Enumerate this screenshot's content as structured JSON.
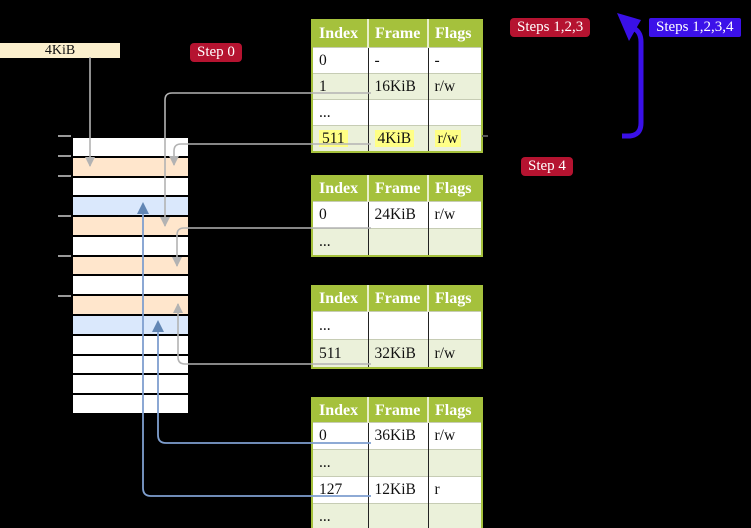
{
  "colors": {
    "background": "#000000",
    "table_header_green": "#a5c13c",
    "table_row_green": "#ebf1da",
    "table_border_green": "#a5c13c",
    "frame_orange": "#ffe6cc",
    "frame_blue": "#dae8fc",
    "label_cream": "#fbefcd",
    "badge_red": "#b51330",
    "badge_blue": "#3c11e9",
    "highlight_yellow": "#ffff85",
    "connector_gray": "#b3b3b3",
    "connector_blue": "#7f9fcf",
    "loop_arrow_indigo": "#3a10e8"
  },
  "labels": {
    "frame_size": "4KiB",
    "step0": "Step 0",
    "steps123": "Steps 1,2,3",
    "steps1234": "Steps 1,2,3,4",
    "step4": "Step 4"
  },
  "memory_strip": {
    "rows": [
      "white",
      "orange",
      "white",
      "blue",
      "orange",
      "white",
      "orange",
      "white",
      "orange",
      "blue",
      "white",
      "white",
      "white",
      "white"
    ]
  },
  "page_tables": [
    {
      "headers": [
        "Index",
        "Frame",
        "Flags"
      ],
      "rows": [
        {
          "index": "0",
          "frame": "-",
          "flags": "-",
          "shade": "white"
        },
        {
          "index": "1",
          "frame": "16KiB",
          "flags": "r/w",
          "shade": "green"
        },
        {
          "index": "...",
          "frame": "",
          "flags": "",
          "shade": "white"
        },
        {
          "index": "511",
          "frame": "4KiB",
          "flags": "r/w",
          "shade": "green",
          "highlight": true
        }
      ]
    },
    {
      "headers": [
        "Index",
        "Frame",
        "Flags"
      ],
      "rows": [
        {
          "index": "0",
          "frame": "24KiB",
          "flags": "r/w",
          "shade": "white"
        },
        {
          "index": "...",
          "frame": "",
          "flags": "",
          "shade": "green"
        }
      ]
    },
    {
      "headers": [
        "Index",
        "Frame",
        "Flags"
      ],
      "rows": [
        {
          "index": "...",
          "frame": "",
          "flags": "",
          "shade": "white"
        },
        {
          "index": "511",
          "frame": "32KiB",
          "flags": "r/w",
          "shade": "green"
        }
      ]
    },
    {
      "headers": [
        "Index",
        "Frame",
        "Flags"
      ],
      "rows": [
        {
          "index": "0",
          "frame": "36KiB",
          "flags": "r/w",
          "shade": "white"
        },
        {
          "index": "...",
          "frame": "",
          "flags": "",
          "shade": "green"
        },
        {
          "index": "127",
          "frame": "12KiB",
          "flags": "r",
          "shade": "white"
        },
        {
          "index": "...",
          "frame": "",
          "flags": "",
          "shade": "green"
        }
      ]
    }
  ]
}
